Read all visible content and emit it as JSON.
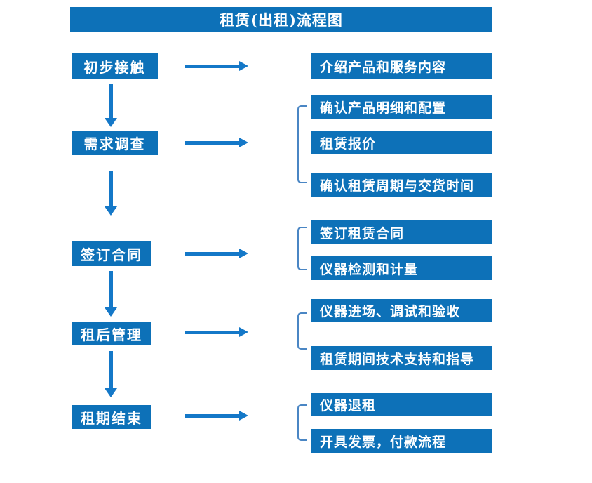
{
  "title": "租赁(出租)流程图",
  "colors": {
    "primary_blue": "#0d71b8",
    "arrow_blue": "#1478c8",
    "bracket_blue": "#4a86c4",
    "text_white": "#ffffff"
  },
  "steps": [
    {
      "label": "初步接触",
      "details": [
        "介绍产品和服务内容"
      ]
    },
    {
      "label": "需求调查",
      "details": [
        "确认产品明细和配置",
        "租赁报价",
        "确认租赁周期与交货时间"
      ]
    },
    {
      "label": "签订合同",
      "details": [
        "签订租赁合同",
        "仪器检测和计量"
      ]
    },
    {
      "label": "租后管理",
      "details": [
        "仪器进场、调试和验收",
        "租赁期间技术支持和指导"
      ]
    },
    {
      "label": "租期结束",
      "details": [
        "仪器退租",
        "开具发票，付款流程"
      ]
    }
  ]
}
